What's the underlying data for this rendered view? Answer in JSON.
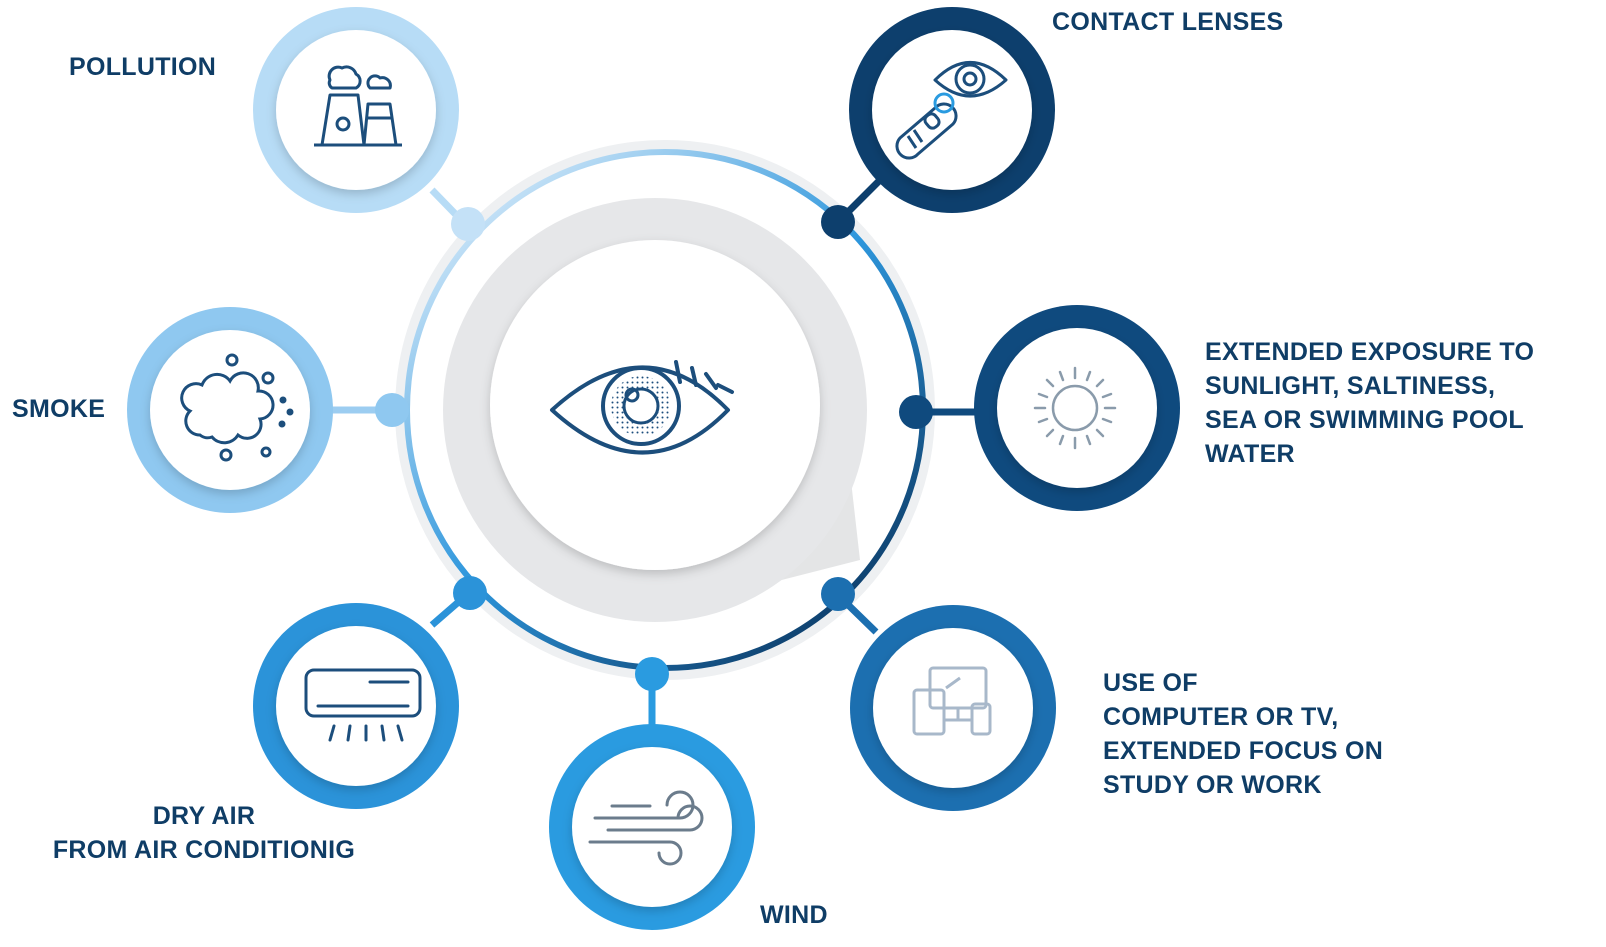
{
  "center": {
    "icon": "eye-icon"
  },
  "nodes": {
    "pollution": {
      "label": [
        "POLLUTION"
      ],
      "icon": "factory-pollution-icon",
      "color": "#b7dcf6"
    },
    "smoke": {
      "label": [
        "SMOKE"
      ],
      "icon": "smoke-cloud-icon",
      "color": "#8fc8f0"
    },
    "dry_air": {
      "label": [
        "DRY AIR",
        "FROM AIR CONDITIONIG"
      ],
      "icon": "air-conditioner-icon",
      "color": "#2b93d9"
    },
    "wind": {
      "label": [
        "WIND"
      ],
      "icon": "wind-icon",
      "color": "#2a9be0"
    },
    "screens": {
      "label": [
        "USE OF",
        "COMPUTER OR TV,",
        "EXTENDED FOCUS ON",
        "STUDY OR WORK"
      ],
      "icon": "devices-icon",
      "color": "#1c6fb0"
    },
    "sunlight": {
      "label": [
        "EXTENDED EXPOSURE TO",
        "SUNLIGHT, SALTINESS,",
        "SEA OR SWIMMING POOL",
        "WATER"
      ],
      "icon": "sun-icon",
      "color": "#0f4a7e"
    },
    "contact_lenses": {
      "label": [
        "CONTACT LENSES"
      ],
      "icon": "contact-lens-icon",
      "color": "#0d3f6d"
    }
  },
  "colors": {
    "label_text": "#0f3d66",
    "ring_light": "#c4e1f7",
    "ring_dark": "#0e3f6c"
  }
}
